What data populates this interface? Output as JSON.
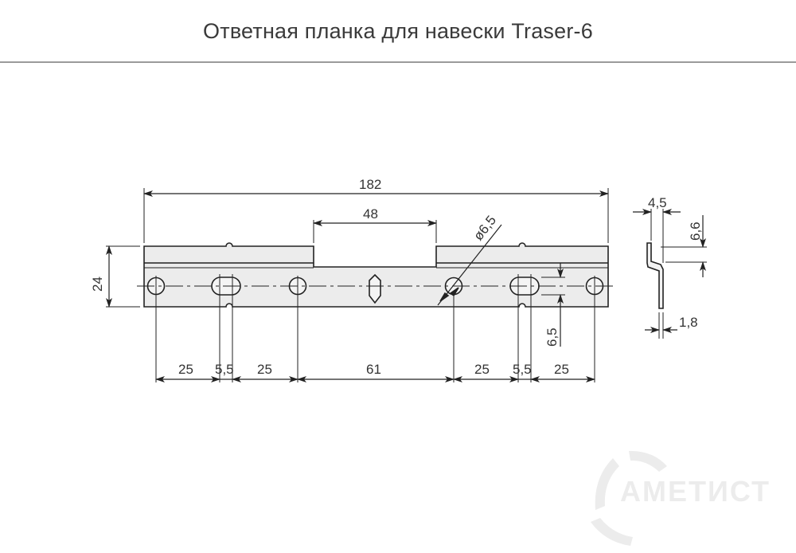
{
  "header": {
    "title": "Ответная планка для навески Traser-6"
  },
  "drawing": {
    "overall_length": "182",
    "center_cutout_width": "48",
    "height": "24",
    "hole_diameter": "ø6,5",
    "slot_offset": "6,5",
    "bottom_dims": [
      "25",
      "5,5",
      "25",
      "61",
      "25",
      "5,5",
      "25"
    ],
    "profile": {
      "flange_width": "4,5",
      "flange_height": "6,6",
      "thickness": "1,8"
    }
  },
  "watermark": {
    "brand": "АМЕТИСТ"
  },
  "colors": {
    "line": "#222222",
    "plate_fill": "#ececec",
    "text": "#3a3a3a",
    "rule": "#9a9a9a",
    "watermark": "#ececec"
  }
}
